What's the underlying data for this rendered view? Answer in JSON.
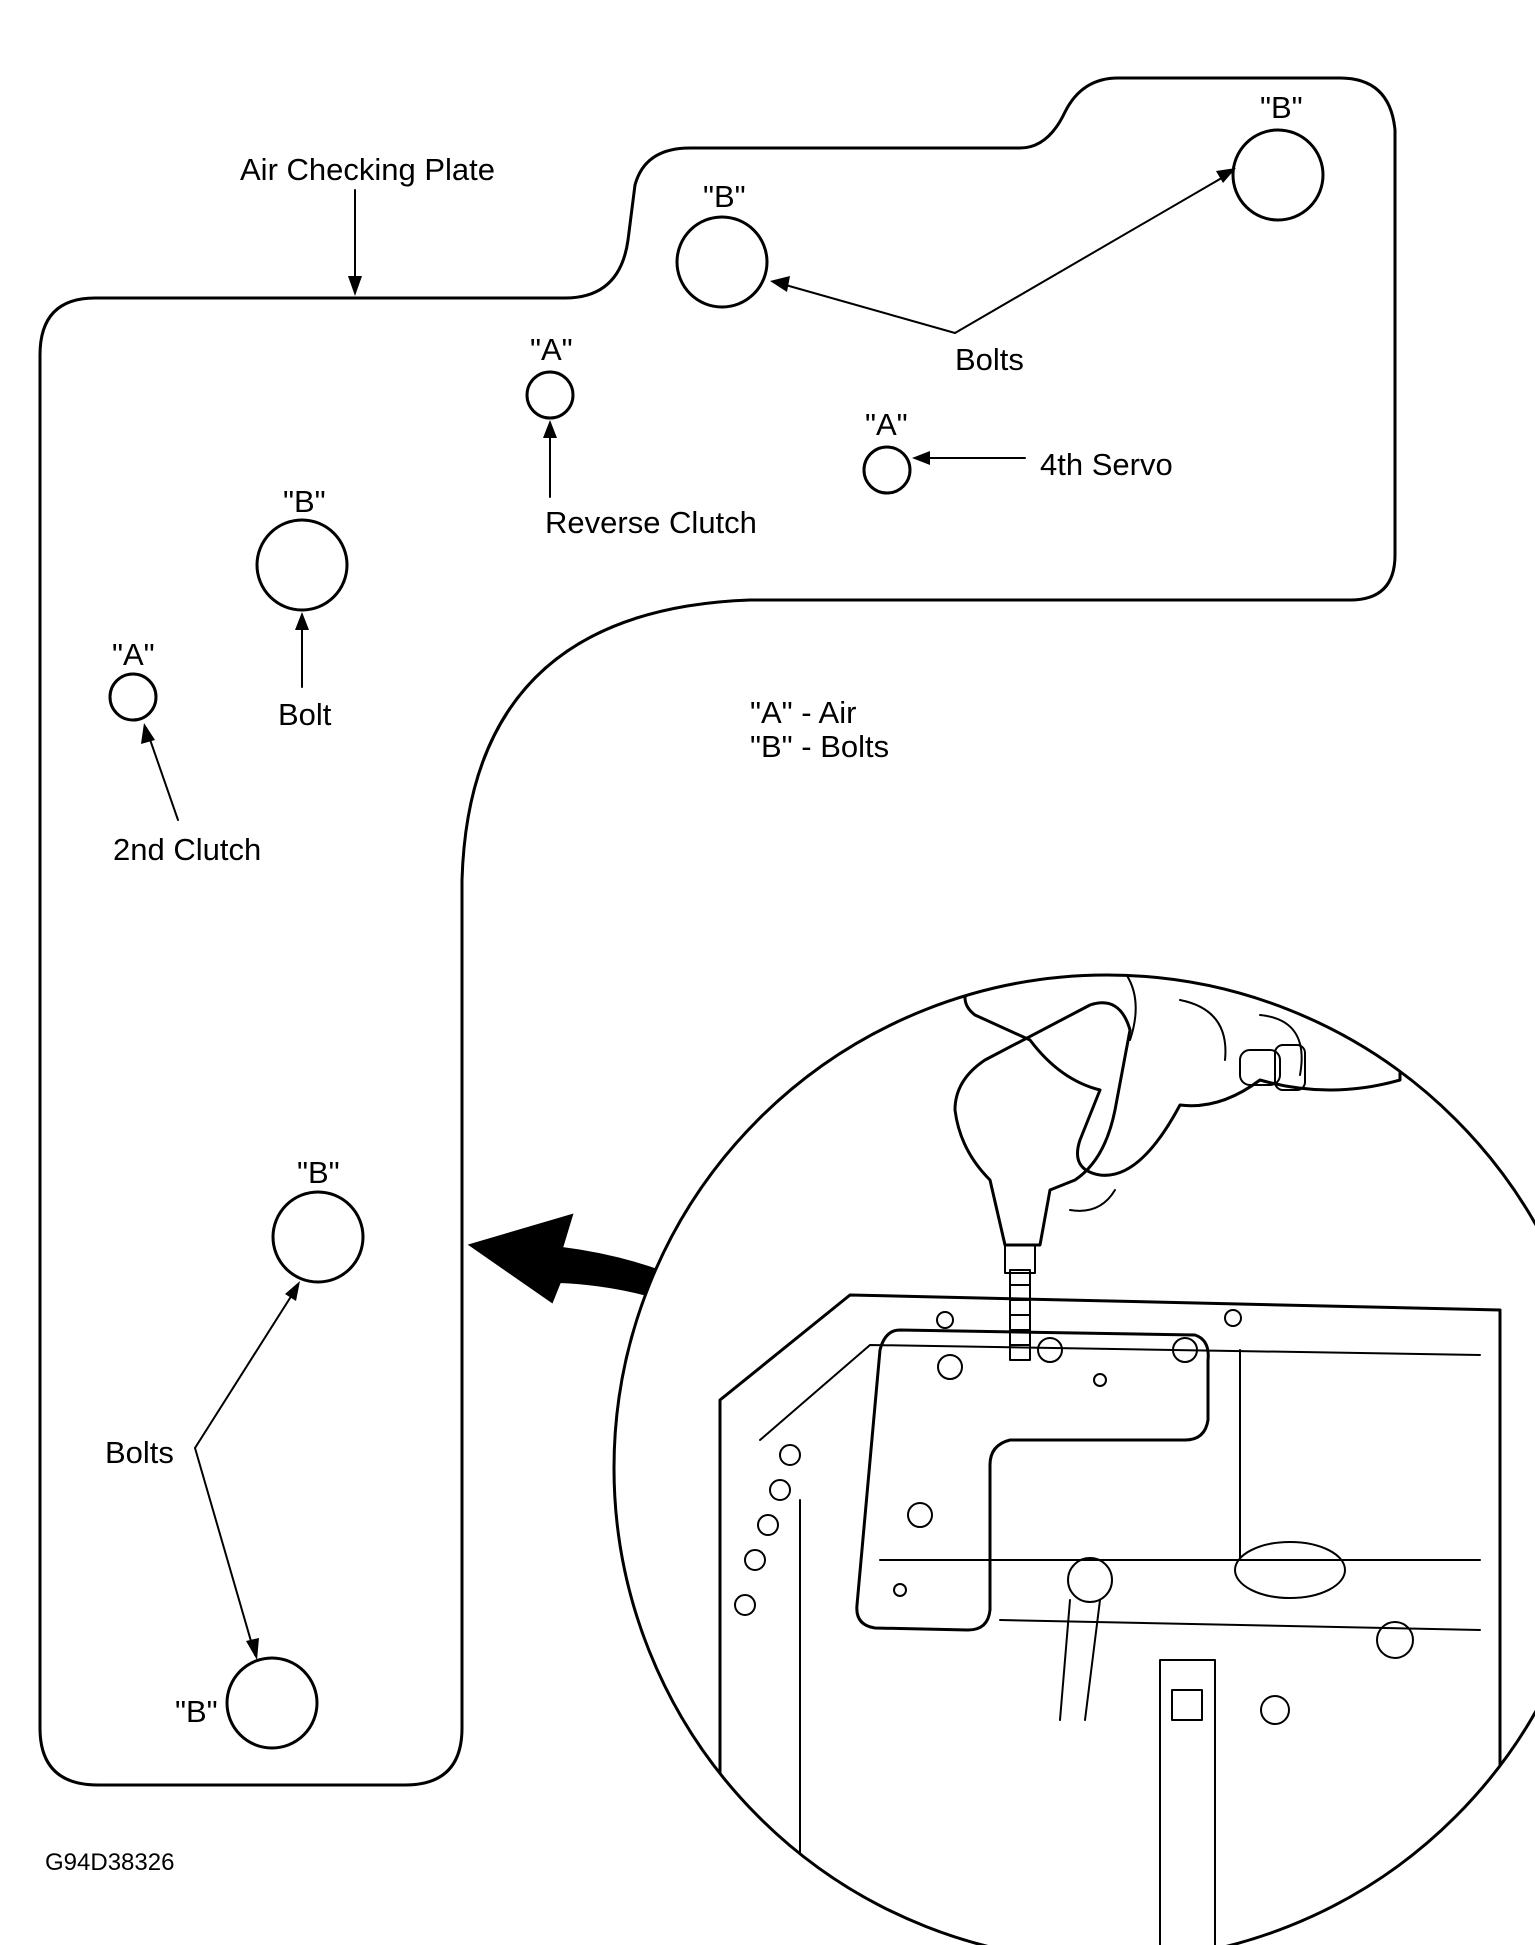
{
  "title_label": "Air Checking Plate",
  "hole_labels": {
    "b_top_right": "\"B\"",
    "b_top_middle": "\"B\"",
    "a_reverse": "\"A\"",
    "a_4th_servo": "\"A\"",
    "b_upper_left": "\"B\"",
    "a_2nd_clutch": "\"A\"",
    "b_lower": "\"B\"",
    "b_bottom": "\"B\""
  },
  "callouts": {
    "bolts_top": "Bolts",
    "fourth_servo": "4th Servo",
    "reverse_clutch": "Reverse Clutch",
    "bolt_single": "Bolt",
    "second_clutch": "2nd Clutch",
    "bolts_bottom": "Bolts"
  },
  "legend": {
    "line_a": "\"A\" - Air",
    "line_b": "\"B\" - Bolts"
  },
  "figure_code": "G94D38326"
}
